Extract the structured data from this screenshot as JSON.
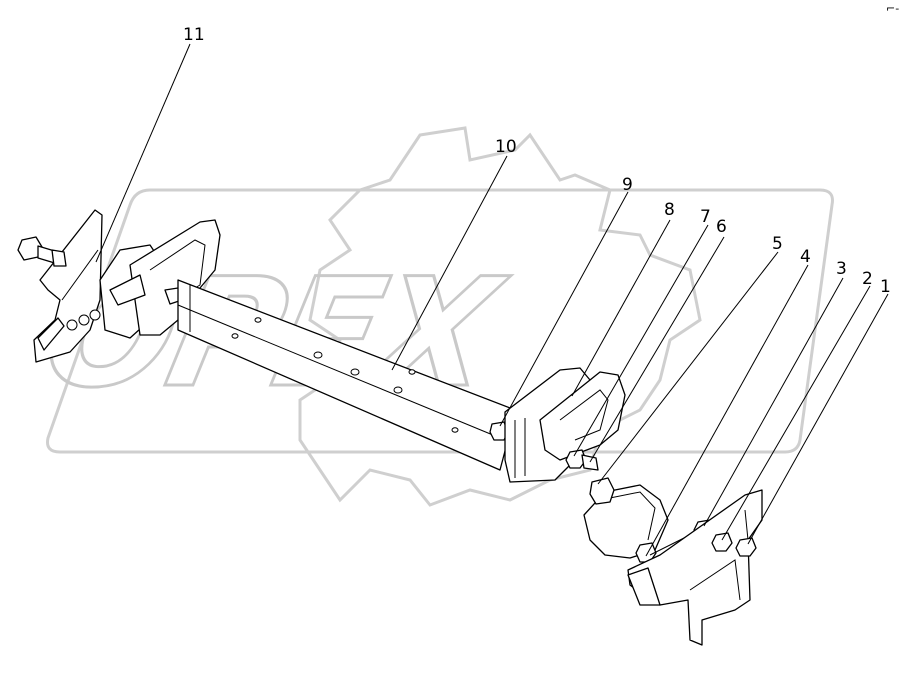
{
  "watermark": {
    "text": "OPEX",
    "color": "#c9c9c9"
  },
  "corner_mark": "⌐-",
  "callouts": [
    {
      "id": "11",
      "label": "11"
    },
    {
      "id": "10",
      "label": "10"
    },
    {
      "id": "9",
      "label": "9"
    },
    {
      "id": "8",
      "label": "8"
    },
    {
      "id": "7",
      "label": "7"
    },
    {
      "id": "6",
      "label": "6"
    },
    {
      "id": "5",
      "label": "5"
    },
    {
      "id": "4",
      "label": "4"
    },
    {
      "id": "3",
      "label": "3"
    },
    {
      "id": "2",
      "label": "2"
    },
    {
      "id": "1",
      "label": "1"
    }
  ]
}
